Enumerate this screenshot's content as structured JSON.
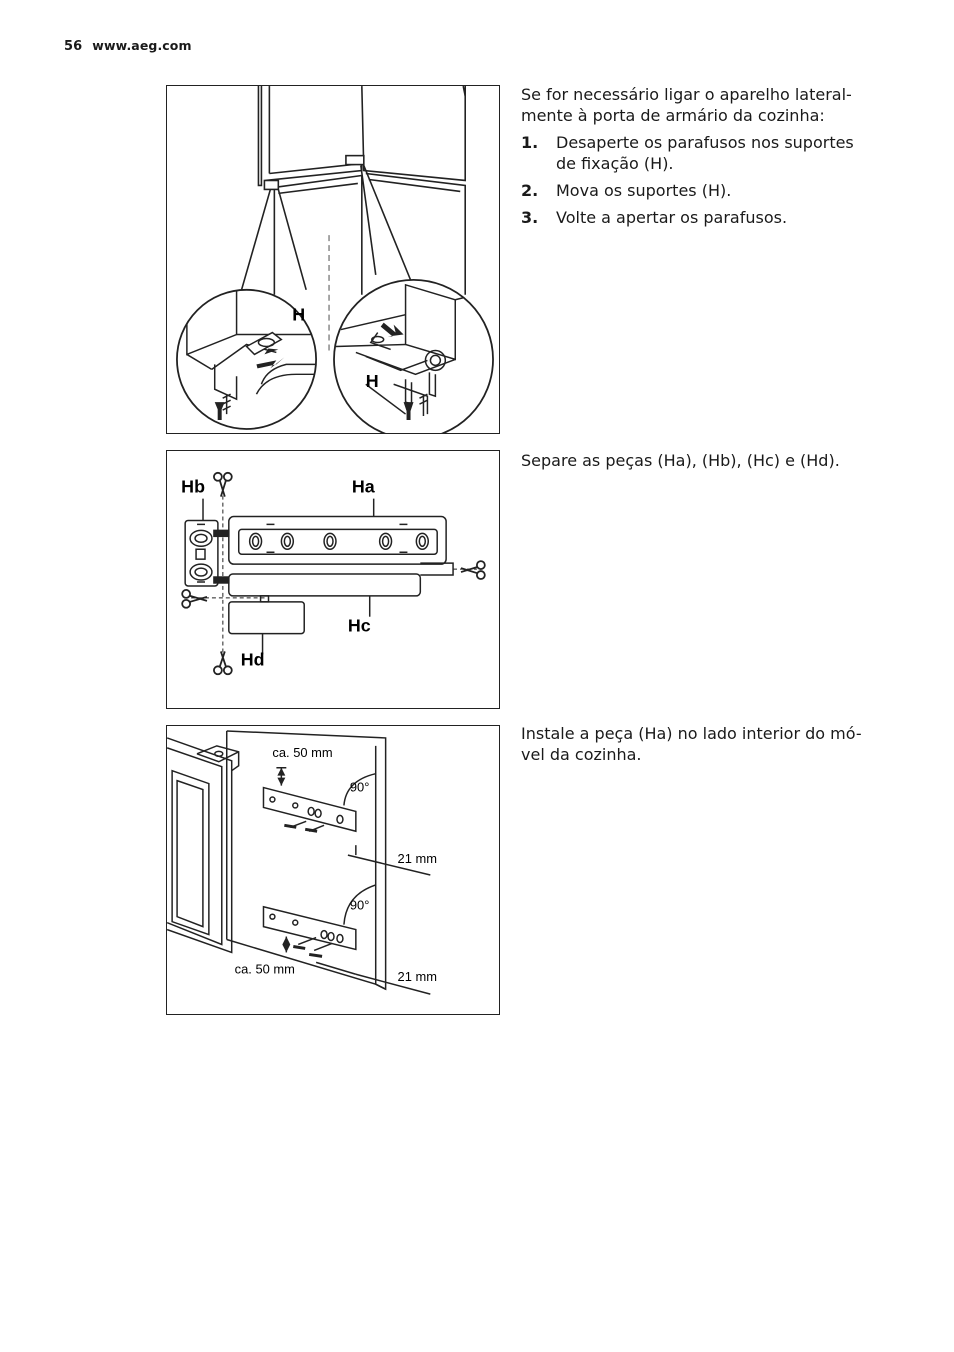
{
  "header": {
    "page_number": "56",
    "website": "www.aeg.com"
  },
  "section1": {
    "intro_line1": "Se for necessário ligar o aparelho lateral-",
    "intro_line2": "mente à porta de armário da cozinha:",
    "steps": [
      {
        "num": "1.",
        "line1": "Desaperte os parafusos nos suportes",
        "line2": "de fixação (H)."
      },
      {
        "num": "2.",
        "line1": "Mova os suportes (H).",
        "line2": ""
      },
      {
        "num": "3.",
        "line1": "Volte a apertar os parafusos.",
        "line2": ""
      }
    ],
    "figure_labels": {
      "left": "H",
      "right": "H"
    }
  },
  "section2": {
    "text": "Separe as peças (Ha), (Hb), (Hc) e (Hd).",
    "figure_labels": {
      "ha": "Ha",
      "hb": "Hb",
      "hc": "Hc",
      "hd": "Hd"
    }
  },
  "section3": {
    "line1": "Instale a peça (Ha) no lado interior do mó-",
    "line2": "vel da cozinha.",
    "figure_labels": {
      "dist_top": "ca. 50 mm",
      "dist_bottom": "ca. 50 mm",
      "angle_top": "90°",
      "angle_bottom": "90°",
      "offset_top": "21 mm",
      "offset_bottom": "21 mm"
    }
  }
}
